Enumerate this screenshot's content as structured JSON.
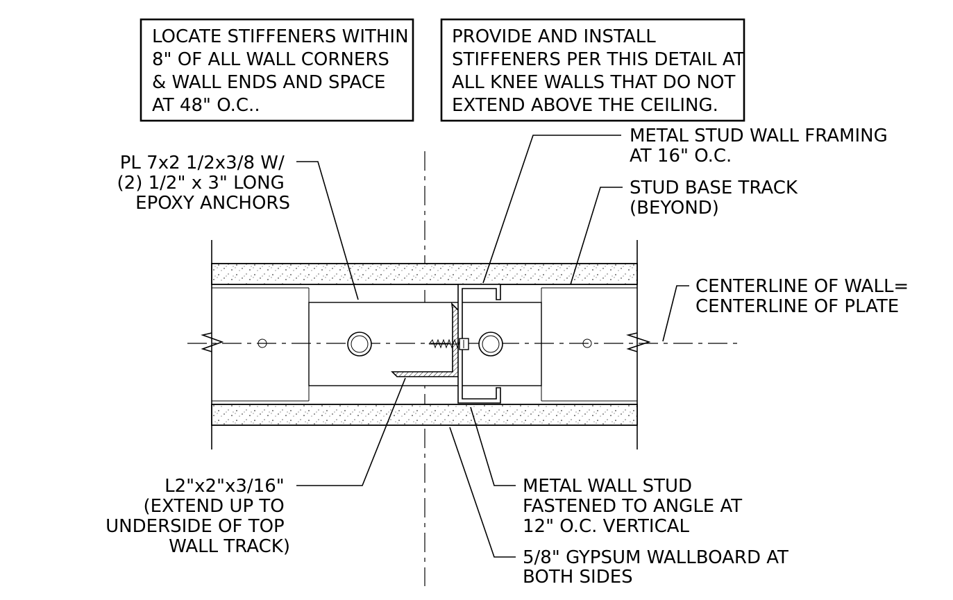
{
  "notes": {
    "stiffener_location": [
      "LOCATE STIFFENERS WITHIN",
      "8\" OF ALL WALL CORNERS",
      "& WALL ENDS AND SPACE",
      "AT 48\" O.C.."
    ],
    "install_note": [
      "PROVIDE AND INSTALL",
      "STIFFENERS PER THIS DETAIL AT",
      "ALL KNEE WALLS THAT DO NOT",
      "EXTEND ABOVE THE CEILING."
    ]
  },
  "callouts": {
    "plate": [
      "PL 7x2 1/2x3/8 W/",
      "(2) 1/2\" x 3\" LONG",
      "EPOXY ANCHORS"
    ],
    "stud_framing": [
      "METAL STUD WALL FRAMING",
      "AT 16\" O.C."
    ],
    "base_track": [
      "STUD BASE TRACK",
      "(BEYOND)"
    ],
    "centerline": [
      "CENTERLINE OF WALL=",
      "CENTERLINE OF PLATE"
    ],
    "angle": [
      "L2\"x2\"x3/16\"",
      "(EXTEND UP TO",
      "UNDERSIDE OF TOP",
      "WALL TRACK)"
    ],
    "wall_stud": [
      "METAL WALL STUD",
      "FASTENED TO ANGLE AT",
      "12\" O.C. VERTICAL"
    ],
    "gypsum": [
      "5/8\" GYPSUM WALLBOARD AT",
      "BOTH SIDES"
    ]
  }
}
